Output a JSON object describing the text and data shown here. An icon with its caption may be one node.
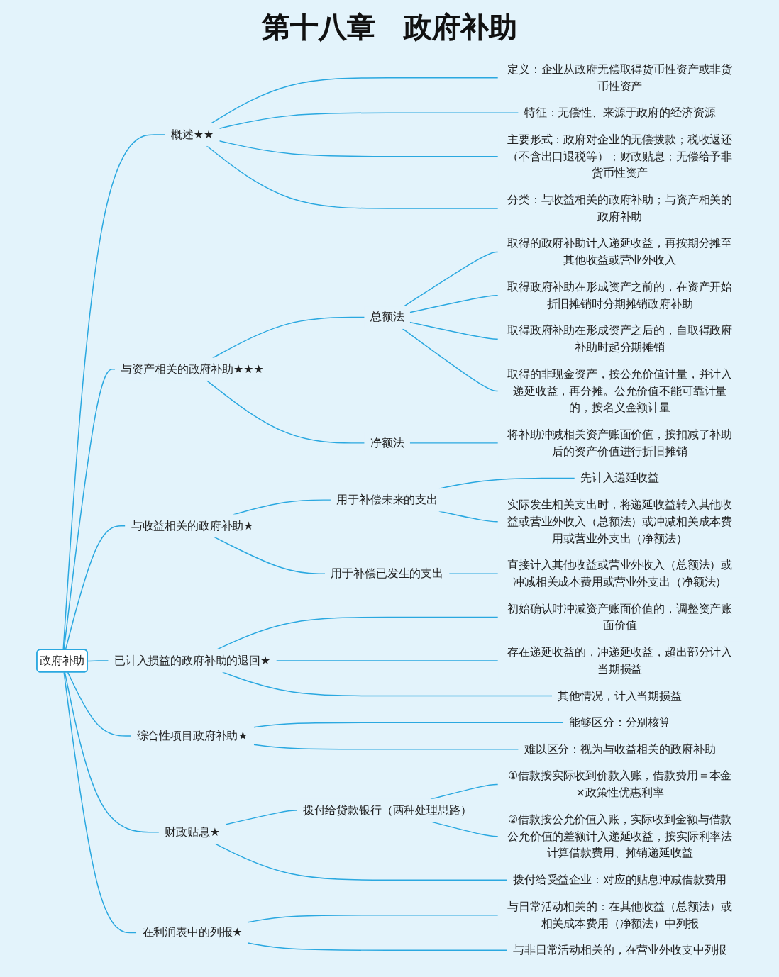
{
  "diagram": {
    "title": "第十八章　政府补助",
    "nodes": [
      {
        "text": [
          "政府补助"
        ]
      },
      {
        "text": [
          "概述★★"
        ]
      },
      {
        "text": [
          "定义：企业从政府无偿取得货币性资产或非货币性资产"
        ]
      },
      {
        "text": [
          "特征：无偿性、来源于政府的经济资源"
        ]
      },
      {
        "text": [
          "主要形式：政府对企业的无偿拨款；税收返还（不含出口退税等）；财政贴息；无偿给予非货币性资产"
        ]
      },
      {
        "text": [
          "分类：与收益相关的政府补助；与资产相关的政府补助"
        ]
      },
      {
        "text": [
          "与资产相关的政府补助★★★"
        ]
      },
      {
        "text": [
          "总额法"
        ]
      },
      {
        "text": [
          "取得的政府补助计入递延收益，再按期分摊至其他收益或营业外收入"
        ]
      },
      {
        "text": [
          "取得政府补助在形成资产之前的，在资产开始折旧摊销时分期摊销政府补助"
        ]
      },
      {
        "text": [
          "取得政府补助在形成资产之后的，自取得政府补助时起分期摊销"
        ]
      },
      {
        "text": [
          "取得的非现金资产，按公允价值计量，并计入递延收益，再分摊。公允价值不能可靠计量的，按名义金额计量"
        ]
      },
      {
        "text": [
          "净额法"
        ]
      },
      {
        "text": [
          "将补助冲减相关资产账面价值，按扣减了补助后的资产价值进行折旧摊销"
        ]
      },
      {
        "text": [
          "与收益相关的政府补助★"
        ]
      },
      {
        "text": [
          "用于补偿未来的支出"
        ]
      },
      {
        "text": [
          "先计入递延收益"
        ]
      },
      {
        "text": [
          "实际发生相关支出时，将递延收益转入其他收益或营业外收入（总额法）或冲减相关成本费用或营业外支出（净额法）"
        ]
      },
      {
        "text": [
          "用于补偿已发生的支出"
        ]
      },
      {
        "text": [
          "直接计入其他收益或营业外收入（总额法）或冲减相关成本费用或营业外支出（净额法）"
        ]
      },
      {
        "text": [
          "已计入损益的政府补助的退回★"
        ]
      },
      {
        "text": [
          "初始确认时冲减资产账面价值的，调整资产账面价值"
        ]
      },
      {
        "text": [
          "存在递延收益的，冲递延收益，超出部分计入当期损益"
        ]
      },
      {
        "text": [
          "其他情况，计入当期损益"
        ]
      },
      {
        "text": [
          "综合性项目政府补助★"
        ]
      },
      {
        "text": [
          "能够区分：分别核算"
        ]
      },
      {
        "text": [
          "难以区分：视为与收益相关的政府补助"
        ]
      },
      {
        "text": [
          "财政贴息★"
        ]
      },
      {
        "text": [
          "拨付给贷款银行（两种处理思路）"
        ]
      },
      {
        "text": [
          "①借款按实际收到价款入账，借款费用＝本金×政策性优惠利率"
        ]
      },
      {
        "text": [
          "②借款按公允价值入账，实际收到金额与借款公允价值的差额计入递延收益，按实际利率法计算借款费用、摊销递延收益"
        ]
      },
      {
        "text": [
          "拨付给受益企业：对应的贴息冲减借款费用"
        ]
      },
      {
        "text": [
          "在利润表中的列报★"
        ]
      },
      {
        "text": [
          "与日常活动相关的：在其他收益（总额法）或相关成本费用（净额法）中列报"
        ]
      },
      {
        "text": [
          "与非日常活动相关的，在营业外收支中列报"
        ]
      }
    ],
    "edges": [
      {
        "from": 0,
        "to": 1,
        "arrow": "none"
      },
      {
        "from": 1,
        "to": 2,
        "arrow": "none"
      },
      {
        "from": 1,
        "to": 3,
        "arrow": "none"
      },
      {
        "from": 1,
        "to": 4,
        "arrow": "none"
      },
      {
        "from": 1,
        "to": 5,
        "arrow": "none"
      },
      {
        "from": 0,
        "to": 6,
        "arrow": "none"
      },
      {
        "from": 6,
        "to": 7,
        "arrow": "none"
      },
      {
        "from": 7,
        "to": 8,
        "arrow": "none"
      },
      {
        "from": 7,
        "to": 9,
        "arrow": "none"
      },
      {
        "from": 7,
        "to": 10,
        "arrow": "none"
      },
      {
        "from": 7,
        "to": 11,
        "arrow": "none"
      },
      {
        "from": 6,
        "to": 12,
        "arrow": "none"
      },
      {
        "from": 12,
        "to": 13,
        "arrow": "none"
      },
      {
        "from": 0,
        "to": 14,
        "arrow": "none"
      },
      {
        "from": 14,
        "to": 15,
        "arrow": "none"
      },
      {
        "from": 15,
        "to": 16,
        "arrow": "none"
      },
      {
        "from": 15,
        "to": 17,
        "arrow": "none"
      },
      {
        "from": 14,
        "to": 18,
        "arrow": "none"
      },
      {
        "from": 18,
        "to": 19,
        "arrow": "none"
      },
      {
        "from": 0,
        "to": 20,
        "arrow": "none"
      },
      {
        "from": 20,
        "to": 21,
        "arrow": "none"
      },
      {
        "from": 20,
        "to": 22,
        "arrow": "none"
      },
      {
        "from": 20,
        "to": 23,
        "arrow": "none"
      },
      {
        "from": 0,
        "to": 24,
        "arrow": "none"
      },
      {
        "from": 24,
        "to": 25,
        "arrow": "none"
      },
      {
        "from": 24,
        "to": 26,
        "arrow": "none"
      },
      {
        "from": 0,
        "to": 27,
        "arrow": "none"
      },
      {
        "from": 27,
        "to": 28,
        "arrow": "none"
      },
      {
        "from": 28,
        "to": 29,
        "arrow": "none"
      },
      {
        "from": 28,
        "to": 30,
        "arrow": "none"
      },
      {
        "from": 27,
        "to": 31,
        "arrow": "none"
      },
      {
        "from": 0,
        "to": 32,
        "arrow": "none"
      },
      {
        "from": 32,
        "to": 33,
        "arrow": "none"
      },
      {
        "from": 32,
        "to": 34,
        "arrow": "none"
      }
    ]
  }
}
